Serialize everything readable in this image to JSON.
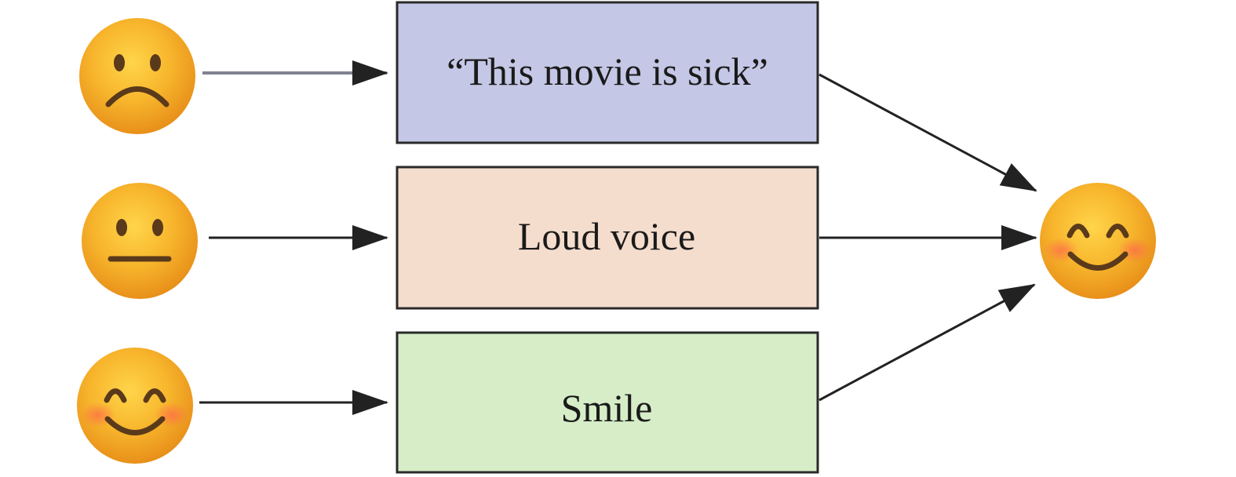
{
  "diagram": {
    "boxes": [
      {
        "label": "“This movie is sick”",
        "fill": "#c4c7e5"
      },
      {
        "label": "Loud voice",
        "fill": "#f5ddcd"
      },
      {
        "label": "Smile",
        "fill": "#d6edc8"
      }
    ],
    "inputs": [
      {
        "emoji": "frowning-face-icon"
      },
      {
        "emoji": "neutral-face-icon"
      },
      {
        "emoji": "smiling-face-icon"
      }
    ],
    "output": {
      "emoji": "smiling-face-icon"
    }
  }
}
